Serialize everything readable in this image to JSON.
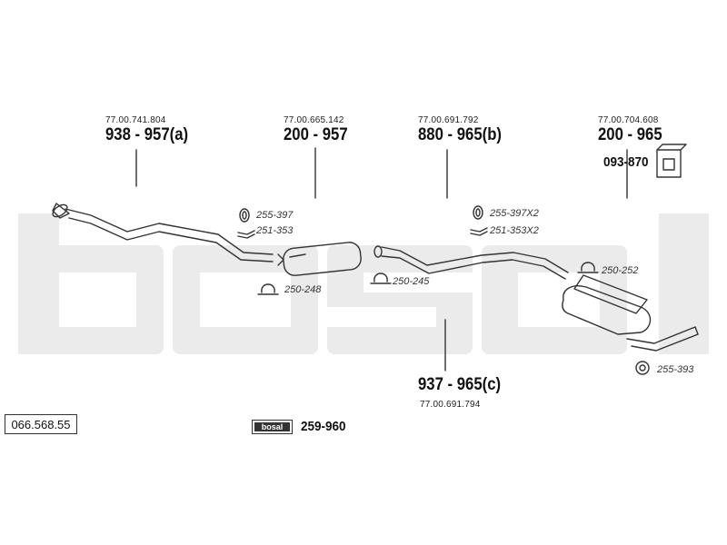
{
  "colors": {
    "watermark": "#ebebeb",
    "pipe": "#333333",
    "background": "#ffffff"
  },
  "catalog_number": "066.568.55",
  "assemblies": [
    {
      "id": "front-pipe",
      "oem": "77.00.741.804",
      "part": "938 - 957(a)"
    },
    {
      "id": "middle-silencer",
      "oem": "77.00.665.142",
      "part": "200 - 957"
    },
    {
      "id": "middle-pipe",
      "oem": "77.00.691.792",
      "part": "880 - 965(b)"
    },
    {
      "id": "rear-silencer",
      "oem": "77.00.704.608",
      "part": "200 - 965"
    },
    {
      "id": "intermediate-pipe",
      "oem": "77.00.691.794",
      "part": "937 - 965(c)"
    }
  ],
  "accessories": {
    "gasket_a": "255-397",
    "clamp_a": "251-353",
    "clamp_b": "250-248",
    "clamp_c": "250-245",
    "gasket_b": "255-397X2",
    "clamp_d": "251-353X2",
    "clamp_e": "250-252",
    "ring": "255-393",
    "mount": "093-870",
    "kit": "259-960"
  },
  "brand_label": "bosal",
  "icons": [
    "gasket-icon",
    "clamp-icon",
    "u-clamp-icon",
    "rubber-ring-icon",
    "mount-icon",
    "kit-box-icon"
  ]
}
